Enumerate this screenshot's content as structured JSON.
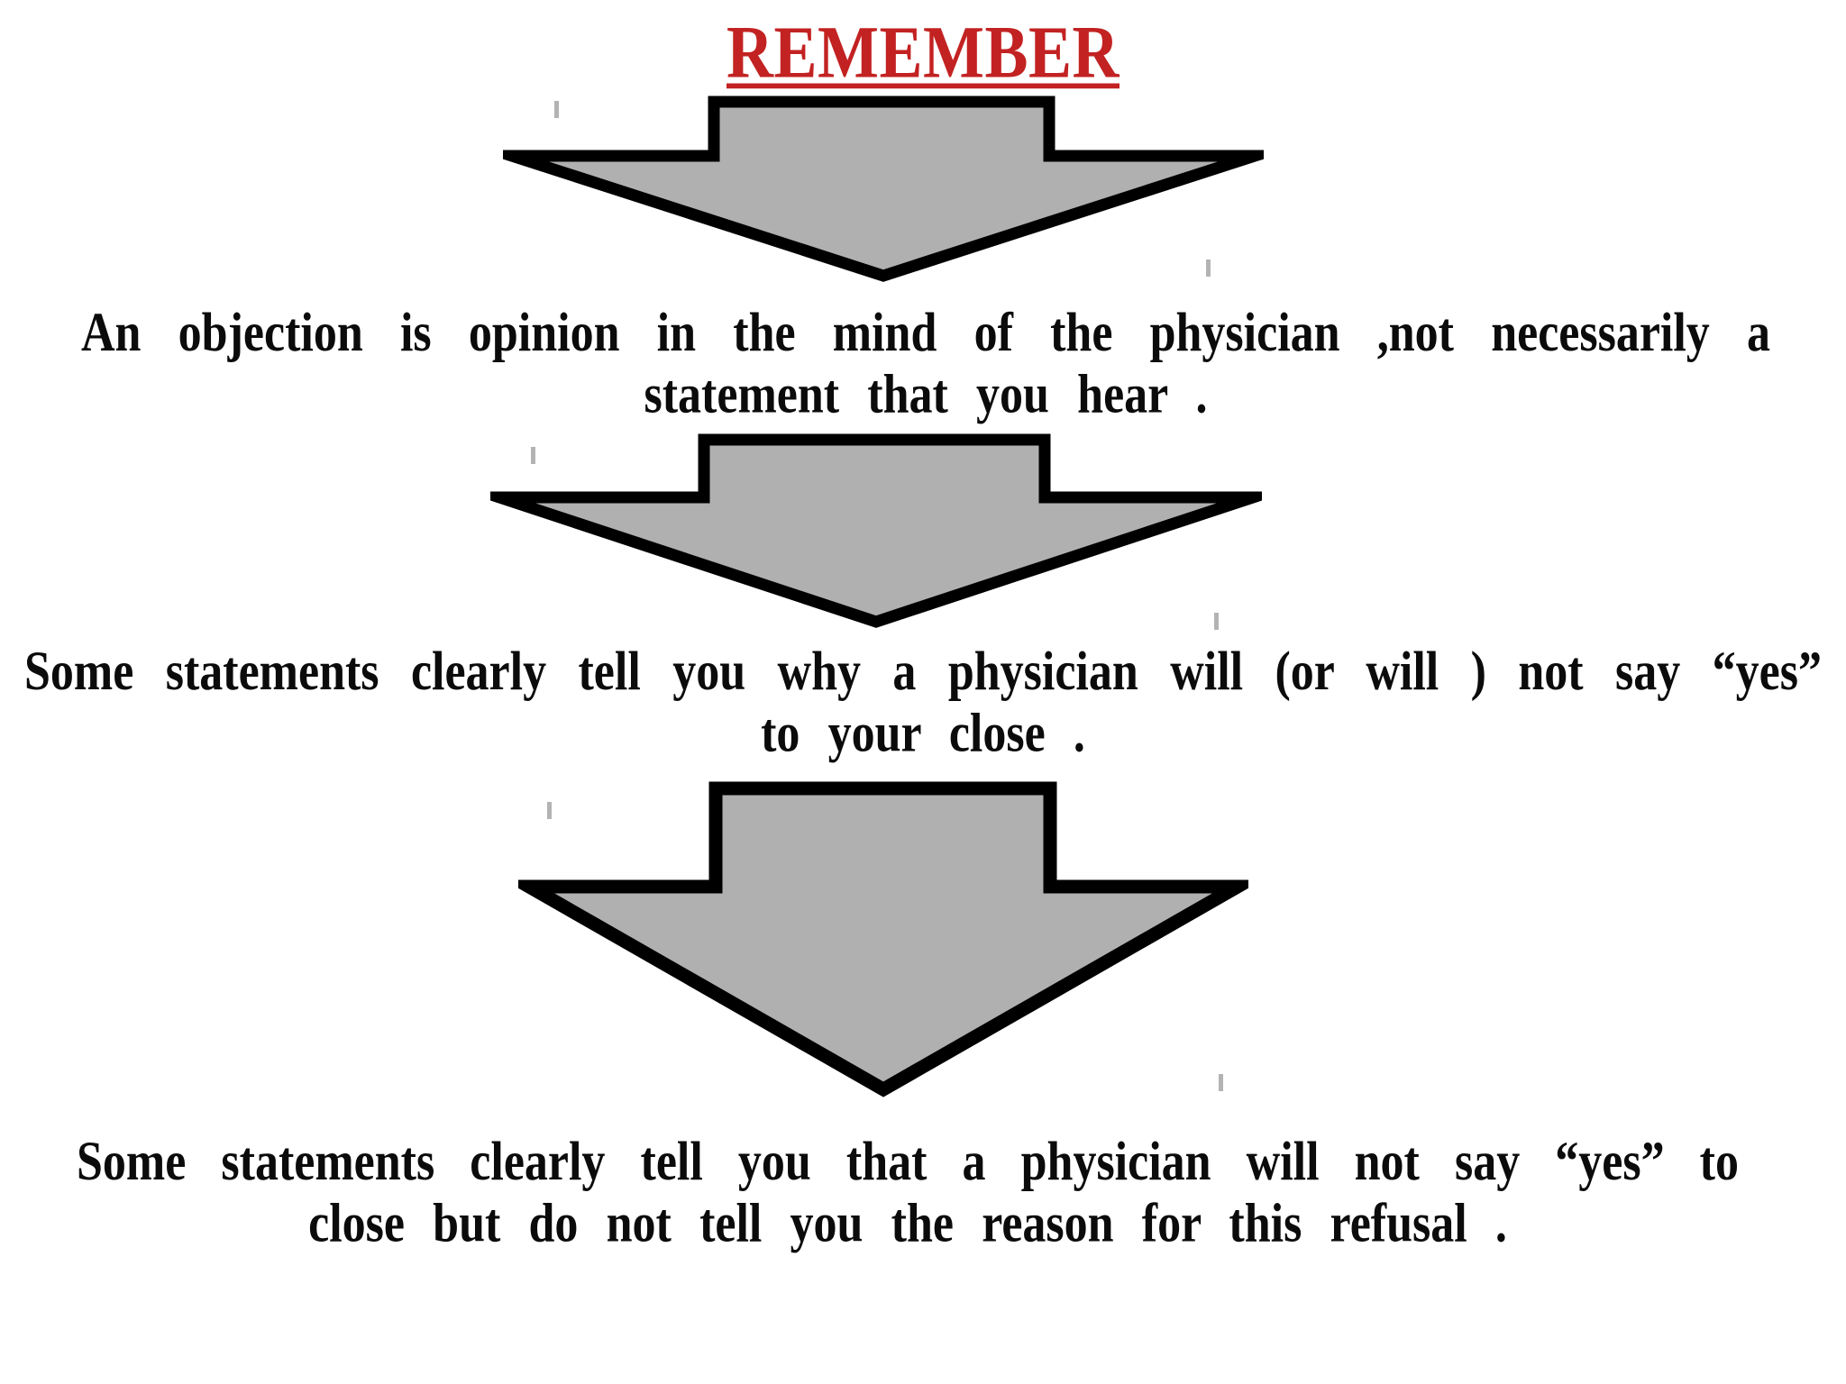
{
  "slide": {
    "title": {
      "text": "REMEMBER",
      "color": "#c32222"
    },
    "statements": [
      {
        "line1": "An objection is opinion in the mind of the physician ,not necessarily a",
        "line2": "statement that you hear ."
      },
      {
        "line1": "Some statements clearly tell you why a physician will (or will ) not say “yes”",
        "line2": "to your close ."
      },
      {
        "line1": "Some statements clearly tell you that a physician will not say “yes” to",
        "line2": "close but do not tell you the reason for this refusal ."
      }
    ],
    "icons": [
      {
        "name": "down-arrow-icon-1",
        "shape": "block-arrow-down"
      },
      {
        "name": "down-arrow-icon-2",
        "shape": "block-arrow-down"
      },
      {
        "name": "down-arrow-icon-3",
        "shape": "block-arrow-down"
      }
    ],
    "colors": {
      "background": "#ffffff",
      "title_red": "#c32222",
      "body_text": "#0b0b0b",
      "arrow_fill": "#b0b0b0",
      "arrow_outline": "#000000",
      "handle_tick": "#9a9a9a"
    }
  }
}
